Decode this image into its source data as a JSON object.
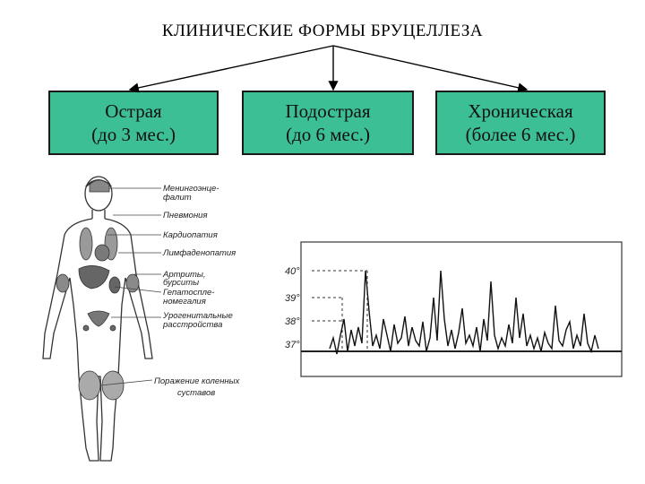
{
  "title": "КЛИНИЧЕСКИЕ  ФОРМЫ БРУЦЕЛЛЕЗА",
  "forms": [
    {
      "name": "Острая",
      "duration": "(до 3 мес.)"
    },
    {
      "name": "Подострая",
      "duration": "(до 6 мес.)"
    },
    {
      "name": "Хроническая",
      "duration": "(более 6 мес.)"
    }
  ],
  "body_labels": [
    "Менингоэнце-",
    "фалит",
    "Пневмония",
    "Кардиопатия",
    "Лимфаденопатия",
    "Артриты,",
    "бурситы",
    "Гепатоспле-",
    "номегалия",
    "Урогенитальные",
    "расстройства"
  ],
  "knee_label": [
    "Поражение коленных",
    "суставов"
  ],
  "temperature_ticks": [
    "40°",
    "39°",
    "38°",
    "37°"
  ],
  "temperature_curve": [
    37.1,
    37.5,
    36.9,
    37.6,
    38.2,
    37.0,
    37.8,
    37.2,
    37.9,
    37.3,
    40.0,
    38.5,
    37.2,
    37.6,
    37.1,
    38.2,
    37.6,
    37.0,
    38.0,
    37.3,
    37.5,
    38.3,
    37.2,
    37.9,
    37.4,
    37.2,
    38.1,
    37.0,
    37.5,
    39.0,
    37.4,
    40.0,
    38.2,
    37.2,
    37.8,
    37.1,
    37.7,
    38.6,
    37.3,
    37.6,
    37.2,
    37.9,
    37.0,
    38.2,
    37.4,
    39.6,
    37.6,
    37.1,
    37.5,
    37.2,
    38.0,
    37.3,
    39.0,
    37.5,
    38.4,
    37.2,
    37.6,
    37.1,
    37.5,
    37.0,
    37.7,
    37.3,
    37.1,
    38.7,
    37.4,
    37.2,
    37.8,
    38.1,
    37.1,
    37.6,
    37.2,
    38.4,
    37.3,
    37.0,
    37.6,
    37.1
  ]
}
